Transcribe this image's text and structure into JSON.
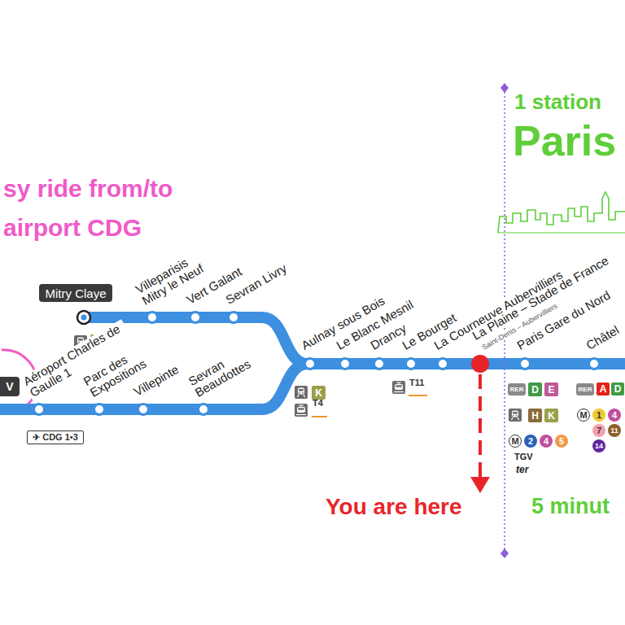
{
  "diagram": {
    "nodes": [
      {
        "text": [
          "Mitry Claye"
        ]
      },
      {
        "text": [
          "V"
        ]
      },
      {
        "text": [
          "K"
        ]
      },
      {
        "text": [
          "✈ CDG 1•3"
        ]
      },
      {
        "text": [
          "K"
        ]
      },
      {
        "text": [
          "RER"
        ]
      },
      {
        "text": [
          "D"
        ]
      },
      {
        "text": [
          "E"
        ]
      },
      {
        "text": [
          "H"
        ]
      },
      {
        "text": [
          "K"
        ]
      },
      {
        "text": [
          "M"
        ]
      },
      {
        "text": [
          "2"
        ]
      },
      {
        "text": [
          "4"
        ]
      },
      {
        "text": [
          "5"
        ]
      },
      {
        "text": [
          "RER"
        ]
      },
      {
        "text": [
          "A"
        ]
      },
      {
        "text": [
          "D"
        ]
      },
      {
        "text": [
          "M"
        ]
      },
      {
        "text": [
          "1"
        ]
      },
      {
        "text": [
          "4"
        ]
      },
      {
        "text": [
          "7"
        ]
      },
      {
        "text": [
          "11"
        ]
      },
      {
        "text": [
          "14"
        ]
      }
    ],
    "labels": [
      "sy ride from/to",
      "airport CDG",
      "1 station",
      "Paris",
      "Villeparisis Mitry le Neuf",
      "Vert Galant",
      "Sevran Livry",
      "Aéroport Charles de Gaulle 1",
      "Parc des Expositions",
      "Villepinte",
      "Sevran Beaudottes",
      "Aulnay sous Bois",
      "Le Blanc Mesnil",
      "Drancy",
      "Le Bourget",
      "La Courneuve Aubervilliers",
      "La Plaine – Stade de France",
      "Saint-Denis – Aubervilliers",
      "Paris Gare du Nord",
      "Châtel",
      "T4",
      "T11",
      "TGV",
      "ter",
      "You are here",
      "5 minut"
    ]
  }
}
